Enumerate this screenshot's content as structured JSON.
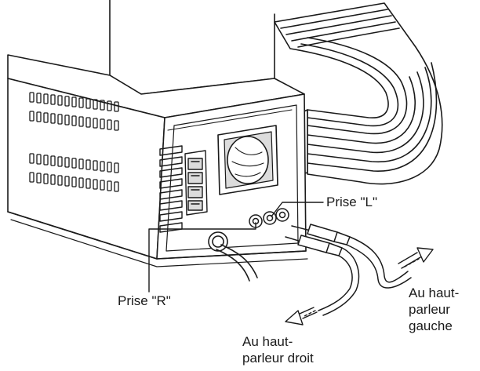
{
  "labels": {
    "prise_l": "Prise \"L\"",
    "prise_r": "Prise \"R\"",
    "right_speaker": [
      "Au haut-",
      "parleur droit"
    ],
    "left_speaker": [
      "Au haut-",
      "parleur",
      "gauche"
    ]
  },
  "colors": {
    "ink": "#1a1a1a",
    "background": "#ffffff",
    "shade": "#dcdcdc"
  }
}
